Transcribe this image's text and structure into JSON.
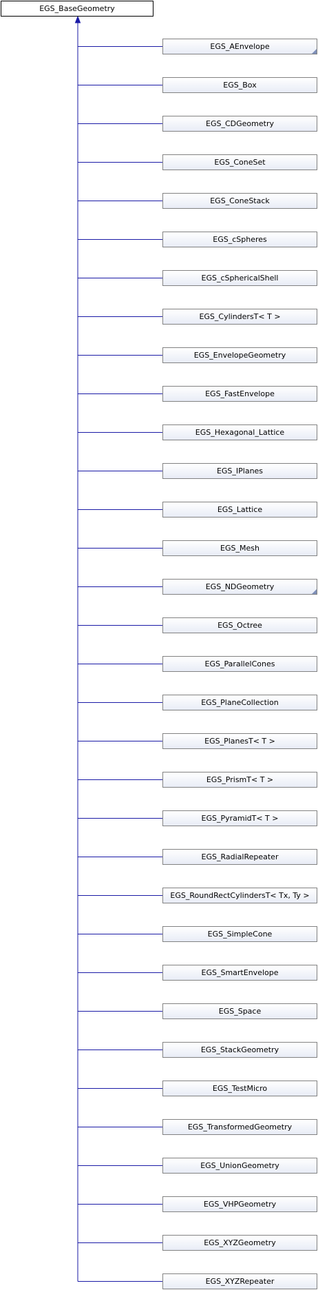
{
  "base_class": "EGS_BaseGeometry",
  "derived_classes": [
    {
      "name": "EGS_AEnvelope",
      "has_subclasses": true
    },
    {
      "name": "EGS_Box",
      "has_subclasses": false
    },
    {
      "name": "EGS_CDGeometry",
      "has_subclasses": false
    },
    {
      "name": "EGS_ConeSet",
      "has_subclasses": false
    },
    {
      "name": "EGS_ConeStack",
      "has_subclasses": false
    },
    {
      "name": "EGS_cSpheres",
      "has_subclasses": false
    },
    {
      "name": "EGS_cSphericalShell",
      "has_subclasses": false
    },
    {
      "name": "EGS_CylindersT< T >",
      "has_subclasses": false
    },
    {
      "name": "EGS_EnvelopeGeometry",
      "has_subclasses": false
    },
    {
      "name": "EGS_FastEnvelope",
      "has_subclasses": false
    },
    {
      "name": "EGS_Hexagonal_Lattice",
      "has_subclasses": false
    },
    {
      "name": "EGS_IPlanes",
      "has_subclasses": false
    },
    {
      "name": "EGS_Lattice",
      "has_subclasses": false
    },
    {
      "name": "EGS_Mesh",
      "has_subclasses": false
    },
    {
      "name": "EGS_NDGeometry",
      "has_subclasses": true
    },
    {
      "name": "EGS_Octree",
      "has_subclasses": false
    },
    {
      "name": "EGS_ParallelCones",
      "has_subclasses": false
    },
    {
      "name": "EGS_PlaneCollection",
      "has_subclasses": false
    },
    {
      "name": "EGS_PlanesT< T >",
      "has_subclasses": false
    },
    {
      "name": "EGS_PrismT< T >",
      "has_subclasses": false
    },
    {
      "name": "EGS_PyramidT< T >",
      "has_subclasses": false
    },
    {
      "name": "EGS_RadialRepeater",
      "has_subclasses": false
    },
    {
      "name": "EGS_RoundRectCylindersT< Tx, Ty >",
      "has_subclasses": false
    },
    {
      "name": "EGS_SimpleCone",
      "has_subclasses": false
    },
    {
      "name": "EGS_SmartEnvelope",
      "has_subclasses": false
    },
    {
      "name": "EGS_Space",
      "has_subclasses": false
    },
    {
      "name": "EGS_StackGeometry",
      "has_subclasses": false
    },
    {
      "name": "EGS_TestMicro",
      "has_subclasses": false
    },
    {
      "name": "EGS_TransformedGeometry",
      "has_subclasses": false
    },
    {
      "name": "EGS_UnionGeometry",
      "has_subclasses": false
    },
    {
      "name": "EGS_VHPGeometry",
      "has_subclasses": false
    },
    {
      "name": "EGS_XYZGeometry",
      "has_subclasses": false
    },
    {
      "name": "EGS_XYZRepeater",
      "has_subclasses": false
    }
  ],
  "colors": {
    "edge": "#1a1aa6",
    "node_border": "#828282",
    "fold_mark": "#7e8fb8"
  }
}
